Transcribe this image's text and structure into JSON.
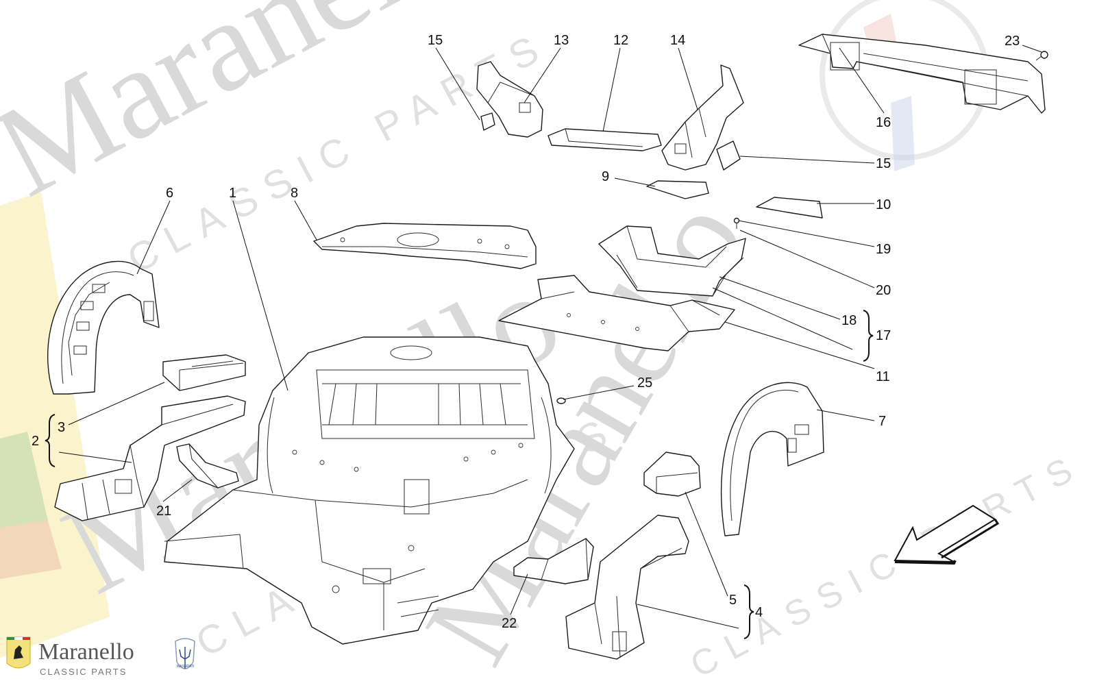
{
  "watermark": {
    "word_large": "Maranello",
    "word_sub": "CLASSIC PARTS",
    "brand_colors": {
      "ferrari_yellow": "#f3e27a",
      "italy_green": "#2f8f3a",
      "italy_red": "#c8352a",
      "maserati_blue": "#2c4b8c"
    }
  },
  "logo": {
    "name": "Maranello",
    "sub": "CLASSIC PARTS",
    "ferrari_badge_icon": "ferrari-shield-icon",
    "maserati_icon": "maserati-trident-icon",
    "maserati_label": "MASERATI"
  },
  "callouts": [
    "1",
    "2",
    "3",
    "4",
    "5",
    "6",
    "7",
    "8",
    "9",
    "10",
    "11",
    "12",
    "13",
    "14",
    "15",
    "16",
    "17",
    "18",
    "19",
    "20",
    "21",
    "22",
    "23",
    "25"
  ],
  "labels": {
    "n1": "1",
    "n2": "2",
    "n3": "3",
    "n4": "4",
    "n5": "5",
    "n6": "6",
    "n7": "7",
    "n8": "8",
    "n9": "9",
    "n10": "10",
    "n11": "11",
    "n12": "12",
    "n13": "13",
    "n14": "14",
    "n15a": "15",
    "n15b": "15",
    "n16": "16",
    "n17": "17",
    "n18": "18",
    "n19": "19",
    "n20": "20",
    "n21": "21",
    "n22": "22",
    "n23": "23",
    "n25": "25"
  },
  "direction_arrow_icon": "front-direction-arrow-icon"
}
